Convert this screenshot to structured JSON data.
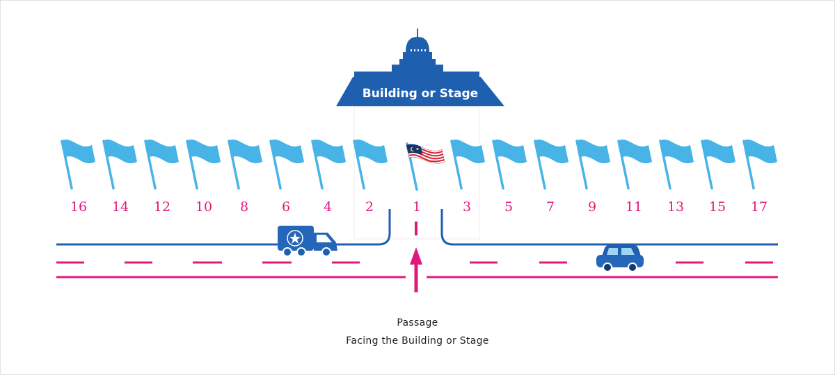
{
  "building": {
    "label": "Building or Stage"
  },
  "flags": {
    "left_numbers": [
      "16",
      "14",
      "12",
      "10",
      "8",
      "6",
      "4",
      "2"
    ],
    "center_number": "1",
    "right_numbers": [
      "3",
      "5",
      "7",
      "9",
      "11",
      "13",
      "15",
      "17"
    ]
  },
  "passage": {
    "line1": "Passage",
    "line2": "Facing the Building or Stage"
  },
  "colors": {
    "blue": "#1f5fb0",
    "flag_blue": "#48b3e6",
    "magenta": "#e0197d",
    "number": "#e0197d"
  },
  "icons": {
    "center_flag": "malaysia-flag-icon",
    "vehicle_left": "truck-icon",
    "vehicle_right": "car-icon"
  }
}
